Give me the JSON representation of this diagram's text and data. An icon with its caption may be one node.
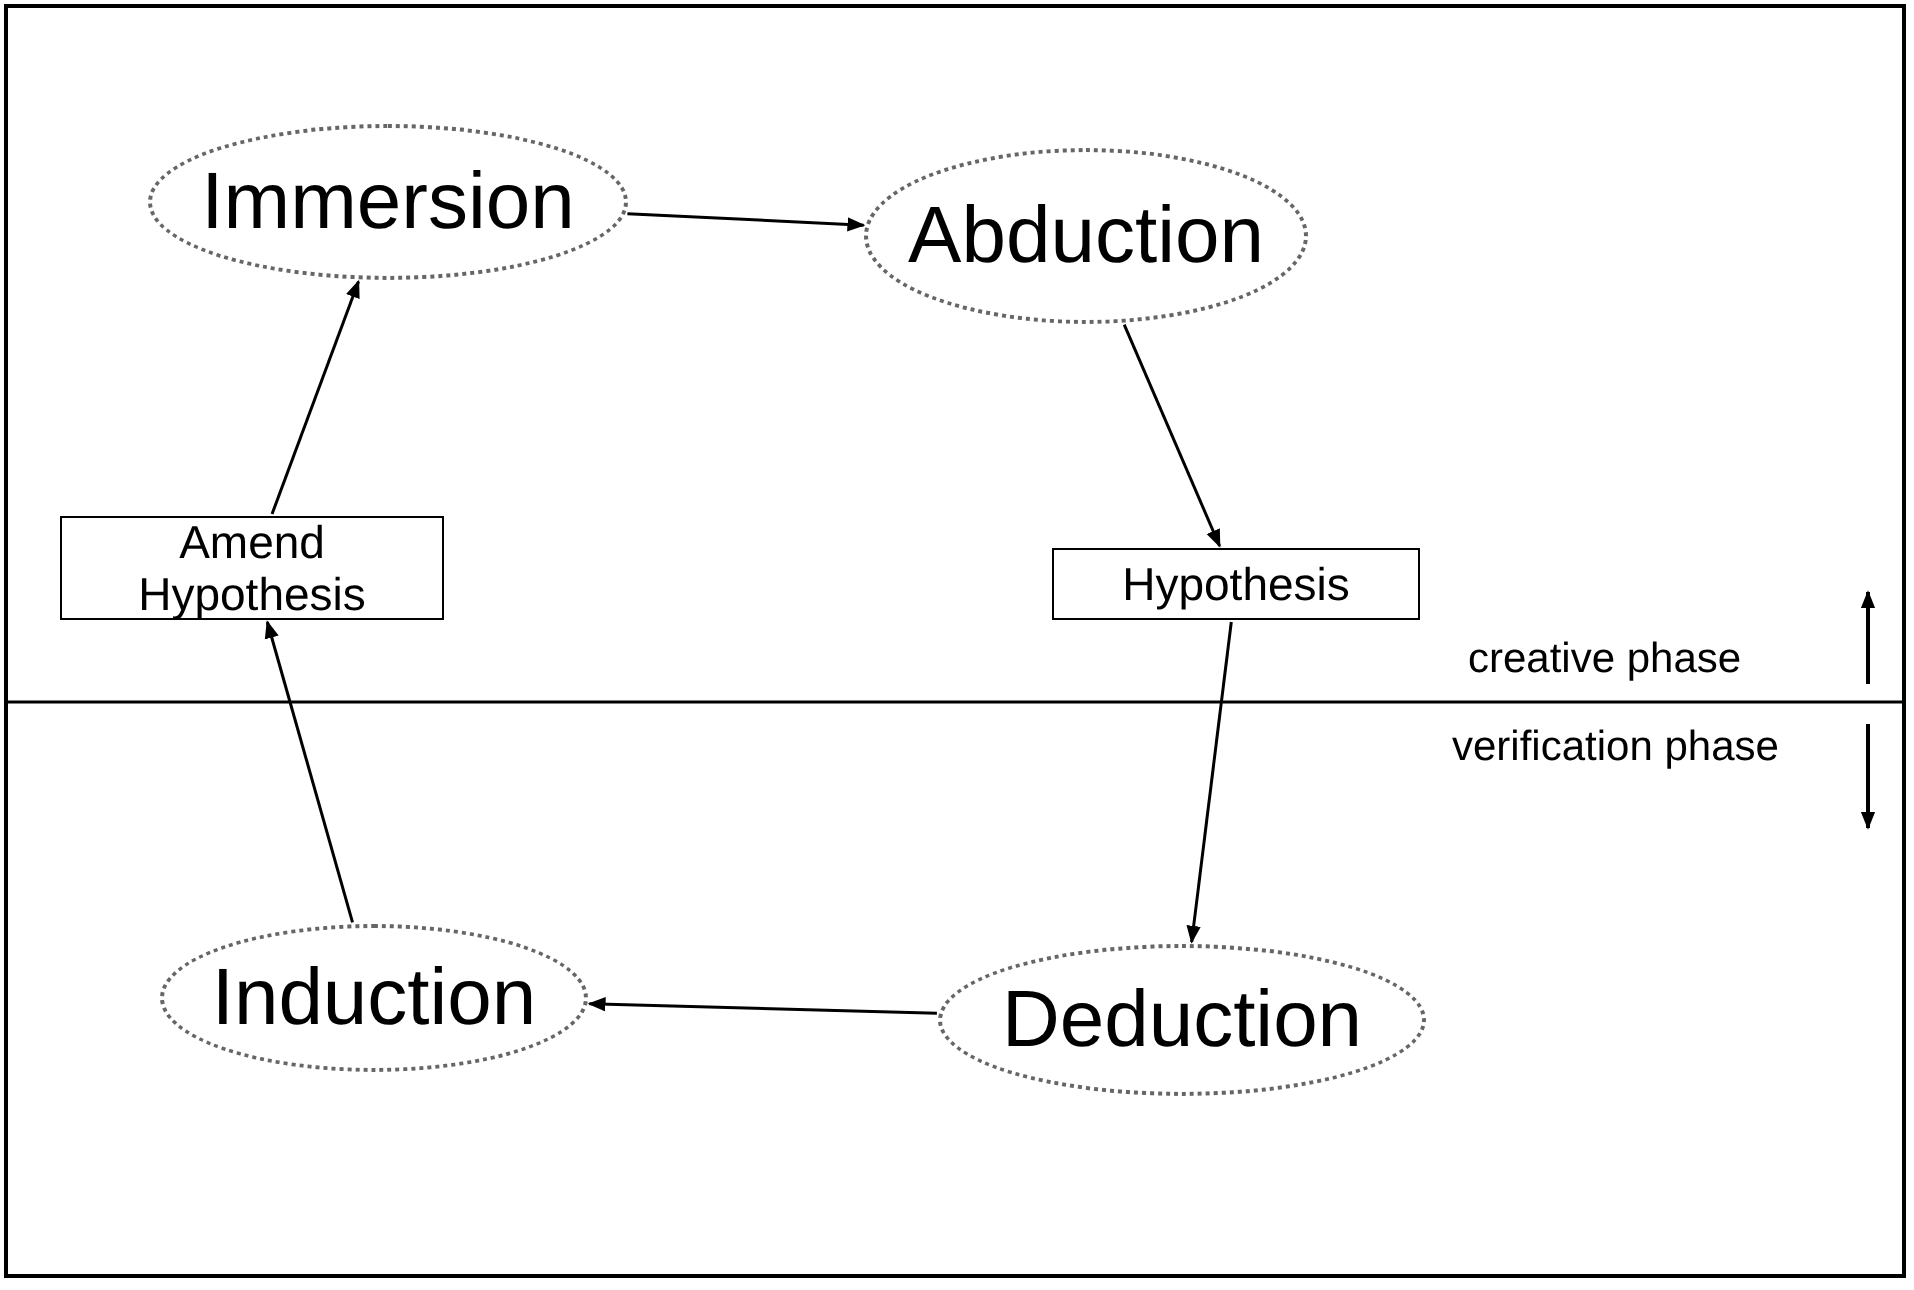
{
  "diagram": {
    "nodes": [
      {
        "text": [
          "Immersion"
        ]
      },
      {
        "text": [
          "Abduction"
        ]
      },
      {
        "text": [
          "Hypothesis"
        ]
      },
      {
        "text": [
          "Deduction"
        ]
      },
      {
        "text": [
          "Induction"
        ]
      },
      {
        "text": [
          "Amend Hypothesis"
        ]
      }
    ],
    "edges": [
      {
        "from": 0,
        "to": 1,
        "arrow": "to"
      },
      {
        "from": 1,
        "to": 2,
        "arrow": "to"
      },
      {
        "from": 2,
        "to": 3,
        "arrow": "to"
      },
      {
        "from": 3,
        "to": 4,
        "arrow": "to"
      },
      {
        "from": 4,
        "to": 5,
        "arrow": "to"
      },
      {
        "from": 5,
        "to": 0,
        "arrow": "to"
      }
    ],
    "labels": [
      "creative phase",
      "verification phase"
    ]
  }
}
